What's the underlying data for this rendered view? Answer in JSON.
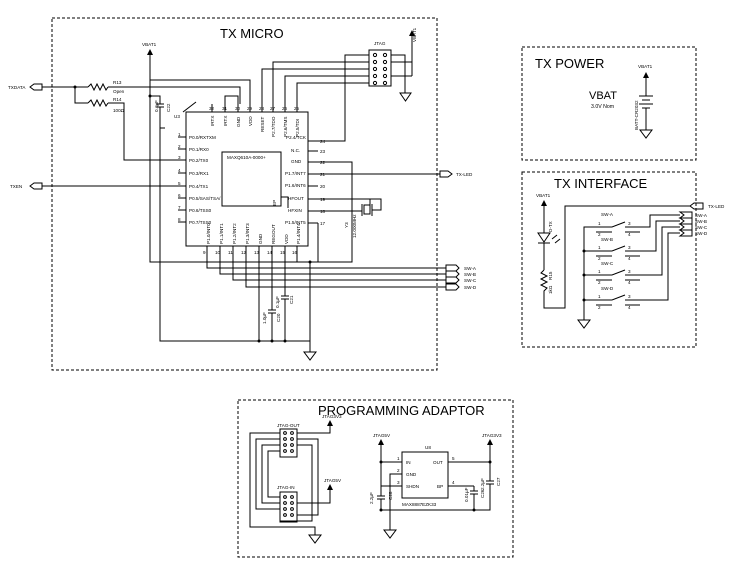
{
  "sections": {
    "tx_micro": "TX MICRO",
    "tx_power": "TX POWER",
    "tx_interface": "TX INTERFACE",
    "programming_adaptor": "PROGRAMMING ADAPTOR"
  },
  "power": {
    "vbat_title": "VBAT",
    "vbat_nom": "3.0V Nom",
    "vbat1": "VBAT1",
    "battery_ref": "BATT-CR2032"
  },
  "signals": {
    "txdata": "TXDATA",
    "txen": "TXEN",
    "tx_led": "TX-LED",
    "jtag": "JTAG",
    "jtag_out": "JTAG-OUT",
    "jtag_in": "JTAG-IN",
    "jtag3v3": "JTAG3V3",
    "jtag5v": "JTAG5V",
    "sw_a": "SW-A",
    "sw_b": "SW-B",
    "sw_c": "SW-C",
    "sw_d": "SW-D"
  },
  "components": {
    "r13": "R13",
    "r13_val": "Open",
    "r14": "R14",
    "r14_val": "100Ω",
    "r15": "R15",
    "r15_val": "1kΩ",
    "d_tx": "D-TX",
    "u3": "U3",
    "u3_part": "MAXQ610A-0000+",
    "u8": "U8",
    "u8_part": "MAX8887EZK33",
    "y3": "Y3",
    "y3_val": "12.000MHz",
    "c22": "C22",
    "c_01uf": "0.1µF",
    "c21": "C21",
    "c21_val": "0.1µF",
    "c20": "C20",
    "c20_val": "1.0µF",
    "c28": "C28",
    "c28_val": "2.2µF",
    "c26": "C26",
    "c26_val": "0.01µF",
    "c27": "C27",
    "c27_val": "2.2µF"
  },
  "u3_left_pins": [
    {
      "num": "1",
      "name": "P0.0/RXTXM"
    },
    {
      "num": "2",
      "name": "P0.1/RX0"
    },
    {
      "num": "3",
      "name": "P0.2/TX0"
    },
    {
      "num": "4",
      "name": "P0.3/RX1"
    },
    {
      "num": "5",
      "name": "P0.4/TX1"
    },
    {
      "num": "6",
      "name": "P0.5/SAS/TSA/"
    },
    {
      "num": "7",
      "name": "P0.6/TSS0"
    },
    {
      "num": "8",
      "name": "P0.7/TSS0"
    }
  ],
  "u3_right_pins": [
    {
      "num": "24",
      "name": "P2.4/TCK"
    },
    {
      "num": "23",
      "name": "N.C."
    },
    {
      "num": "22",
      "name": "GND"
    },
    {
      "num": "21",
      "name": "P1.7/INT7"
    },
    {
      "num": "20",
      "name": "P1.6/INT6"
    },
    {
      "num": "19",
      "name": "HFOUT"
    },
    {
      "num": "18",
      "name": "HFXIN"
    },
    {
      "num": "17",
      "name": "P1.5/INT5"
    }
  ],
  "u3_top_pins": [
    {
      "num": "32",
      "name": "IRTX"
    },
    {
      "num": "31",
      "name": "IRTX"
    },
    {
      "num": "30",
      "name": "GND"
    },
    {
      "num": "29",
      "name": "VDD"
    },
    {
      "num": "28",
      "name": "RESET"
    },
    {
      "num": "27",
      "name": "P2.7/TDO"
    },
    {
      "num": "26",
      "name": "P2.6/TMS"
    },
    {
      "num": "25",
      "name": "P2.5/TDI"
    }
  ],
  "u3_bottom_pins": [
    {
      "num": "9",
      "name": "P1.0/INT0"
    },
    {
      "num": "10",
      "name": "P1.1/INT1"
    },
    {
      "num": "11",
      "name": "P1.2/INT2"
    },
    {
      "num": "12",
      "name": "P1.3/INT3"
    },
    {
      "num": "13",
      "name": "GND"
    },
    {
      "num": "14",
      "name": "REGOUT"
    },
    {
      "num": "15",
      "name": "VDD"
    },
    {
      "num": "16",
      "name": "P1.4/INT4"
    }
  ],
  "u3_ep": "EP",
  "u8_pins": {
    "in": "IN",
    "gnd": "GND",
    "shdn": "SHDN",
    "out": "OUT",
    "bp": "BP",
    "n1": "1",
    "n2": "2",
    "n3": "3",
    "n4": "4",
    "n5": "5"
  },
  "switch_pins": {
    "p1": "1",
    "p2": "2",
    "p3": "3",
    "p4": "4"
  }
}
